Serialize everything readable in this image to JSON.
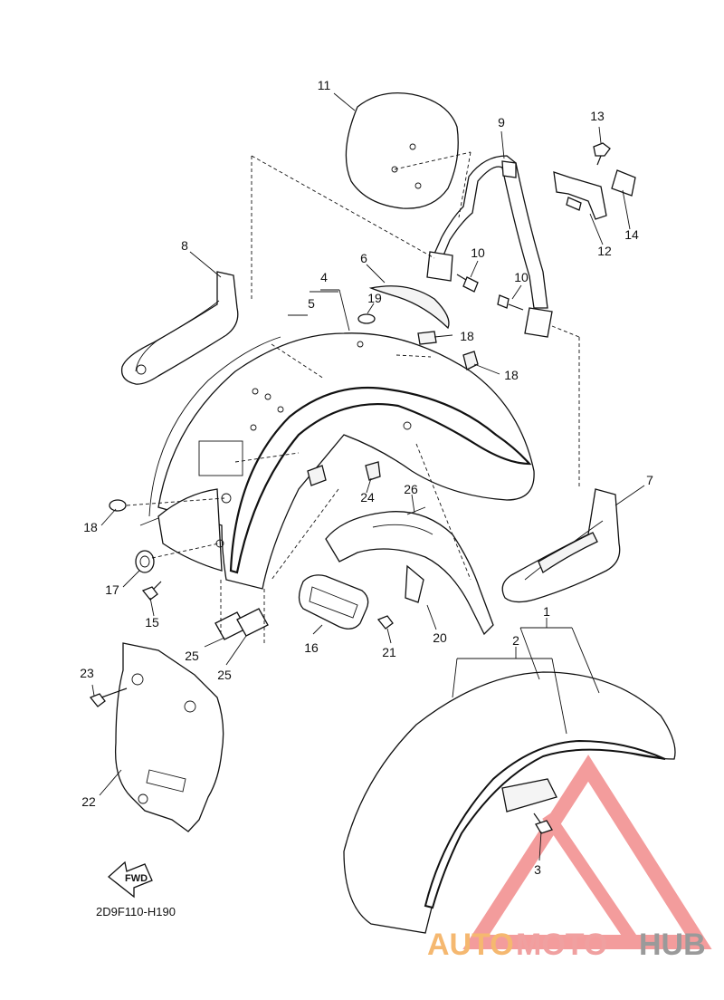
{
  "diagram_code": "2D9F110-H190",
  "fwd_label": "FWD",
  "watermark": {
    "part1": "AUTO",
    "part2": "MOTO",
    "part3": "HUB",
    "color1": "#f5b870",
    "color2": "#f0a0a0",
    "color3": "#9a9a9a",
    "triangle_color": "#f28b8b"
  },
  "callouts": [
    "1",
    "2",
    "3",
    "4",
    "5",
    "6",
    "7",
    "8",
    "9",
    "10",
    "10",
    "11",
    "12",
    "13",
    "14",
    "15",
    "16",
    "17",
    "18",
    "18",
    "18",
    "19",
    "20",
    "21",
    "22",
    "23",
    "24",
    "25",
    "25",
    "26"
  ]
}
